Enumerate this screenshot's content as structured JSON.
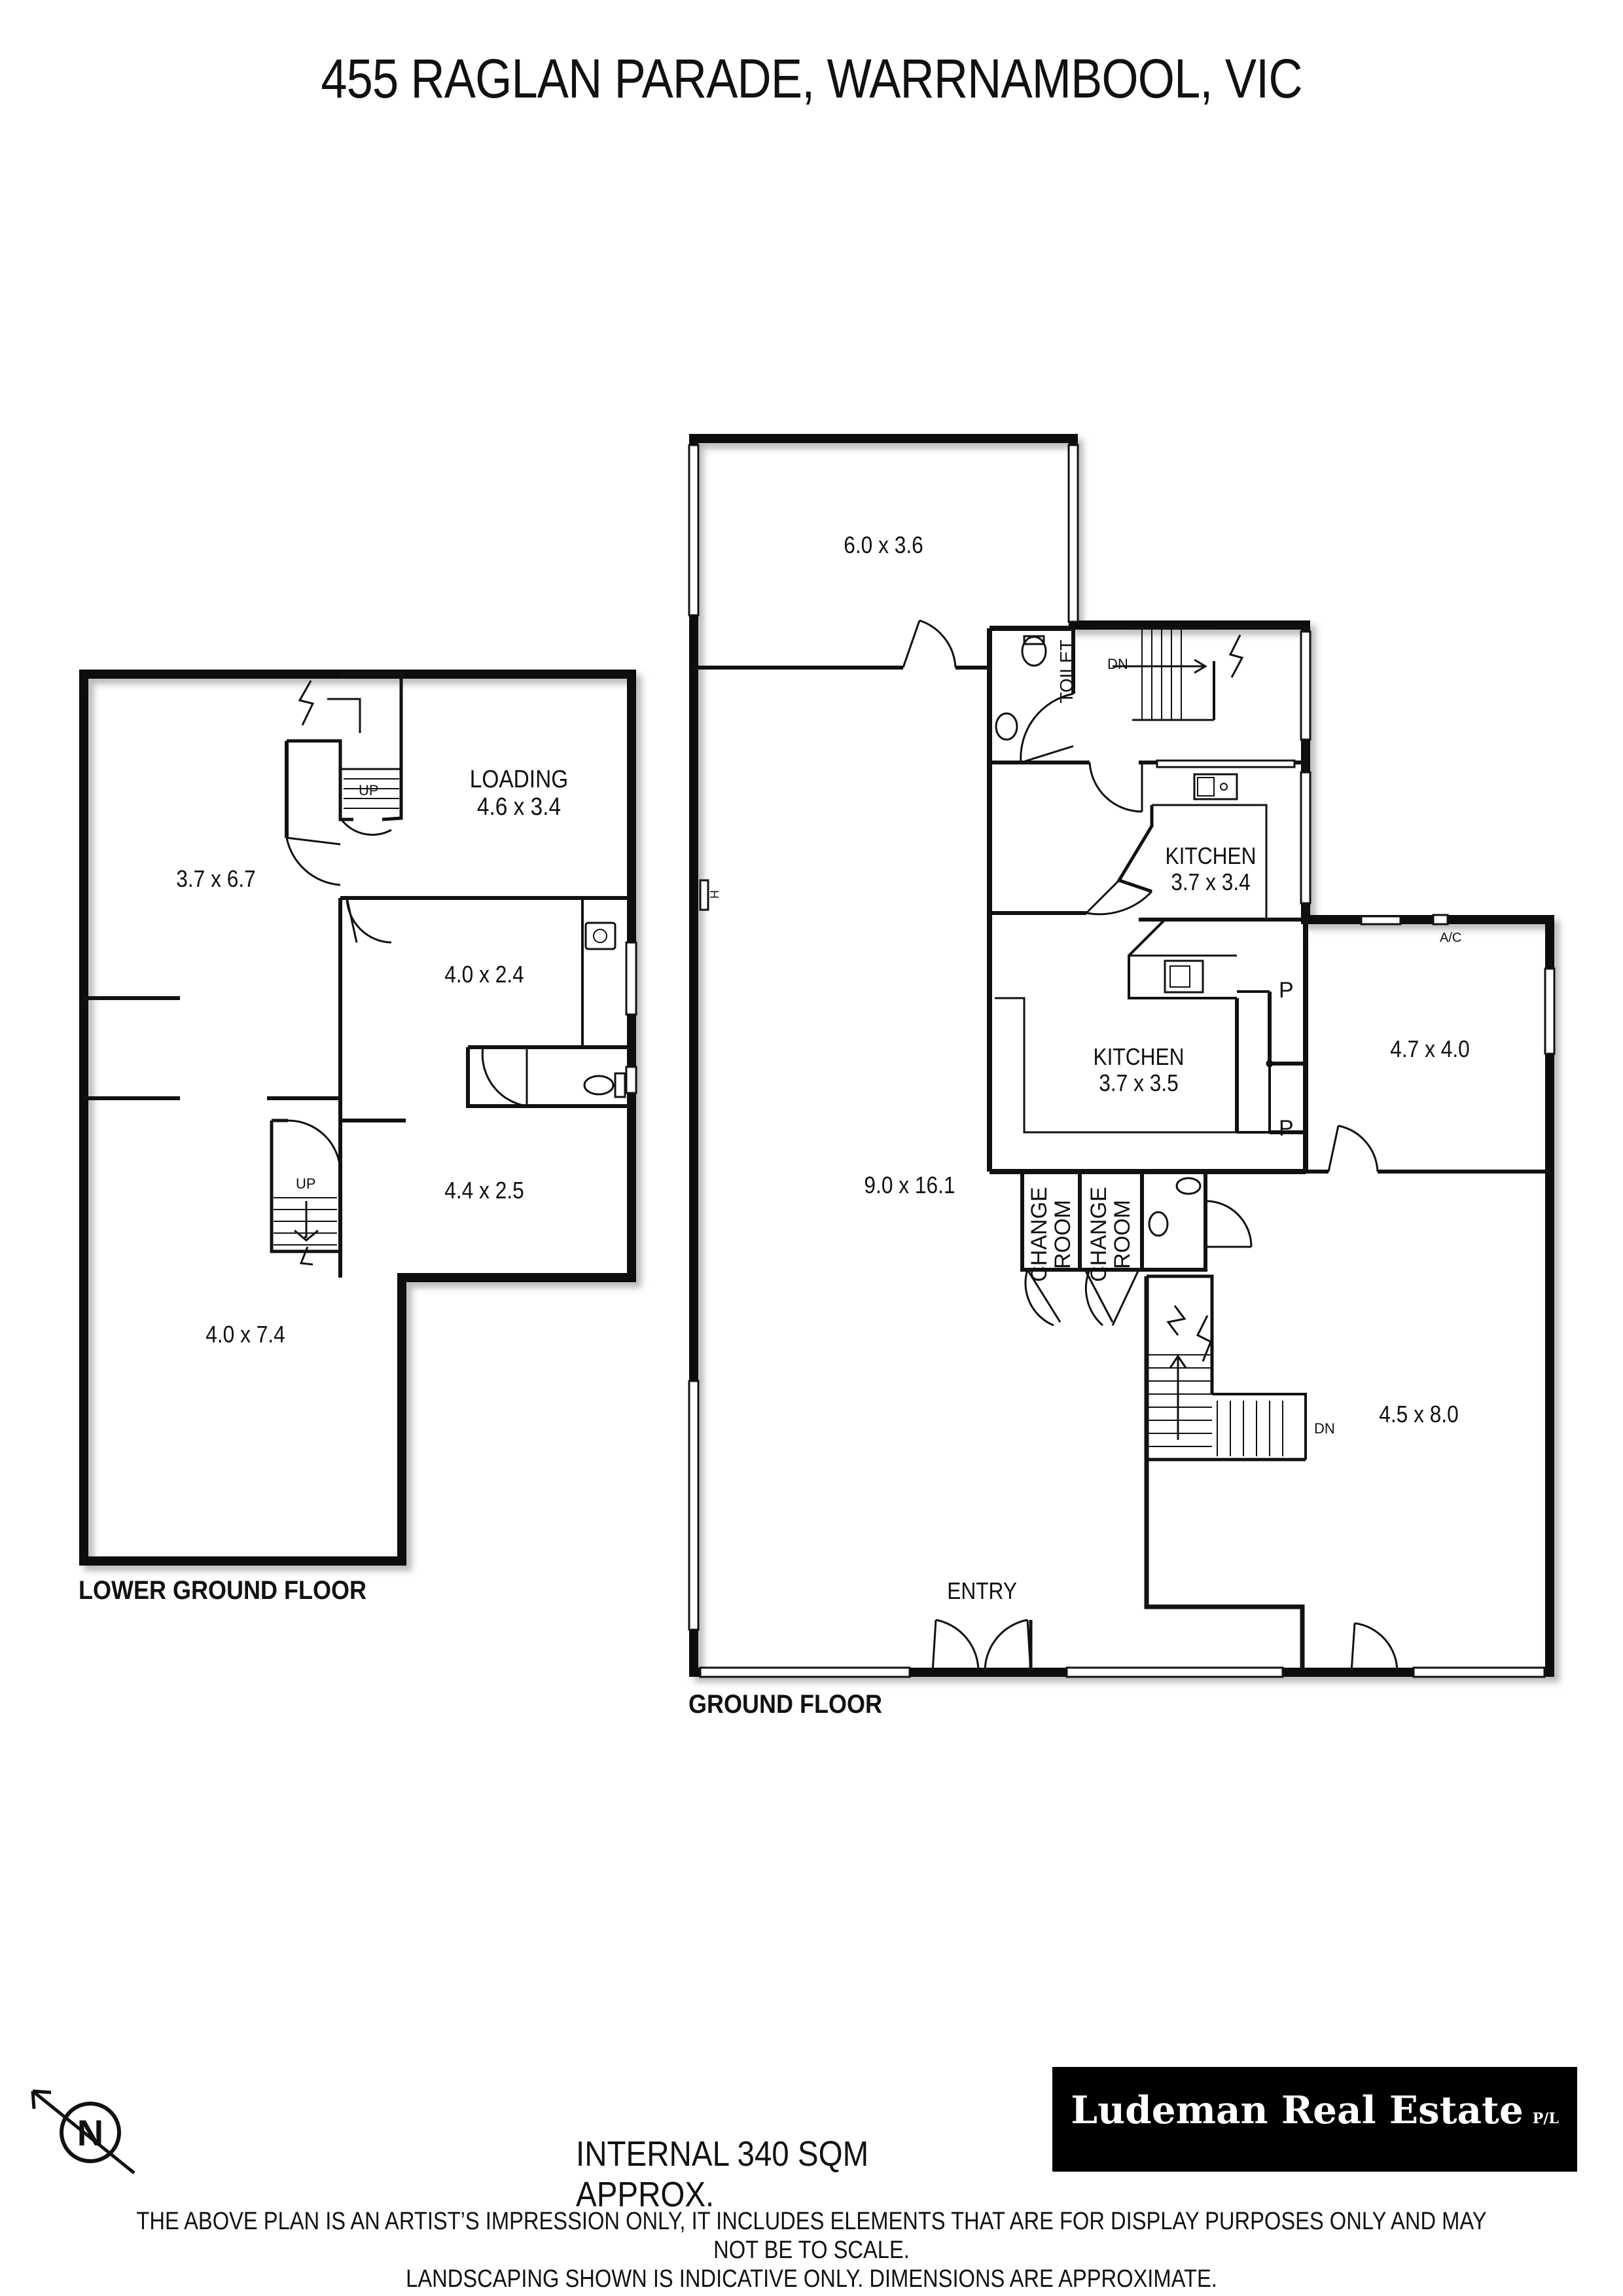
{
  "title": "455 RAGLAN PARADE, WARRNAMBOOL, VIC",
  "floors": [
    {
      "name": "LOWER GROUND FLOOR",
      "rooms": [
        {
          "label": "LOADING",
          "dims": "4.6 x 3.4"
        },
        {
          "label": "",
          "dims": "3.7 x 6.7"
        },
        {
          "label": "",
          "dims": "4.0 x 2.4"
        },
        {
          "label": "",
          "dims": "4.4 x 2.5"
        },
        {
          "label": "",
          "dims": "4.0 x 7.4"
        }
      ],
      "stair_labels": [
        "UP",
        "UP"
      ]
    },
    {
      "name": "GROUND FLOOR",
      "rooms": [
        {
          "label": "",
          "dims": "6.0 x 3.6"
        },
        {
          "label": "TOILET",
          "dims": ""
        },
        {
          "label": "KITCHEN",
          "dims": "3.7 x 3.4"
        },
        {
          "label": "KITCHEN",
          "dims": "3.7 x 3.5"
        },
        {
          "label": "",
          "dims": "9.0 x 16.1"
        },
        {
          "label": "",
          "dims": "4.7 x 4.0"
        },
        {
          "label": "",
          "dims": "4.5 x 8.0"
        },
        {
          "label": "CHANGE ROOM",
          "dims": ""
        },
        {
          "label": "CHANGE ROOM",
          "dims": ""
        },
        {
          "label": "ENTRY",
          "dims": ""
        }
      ],
      "markers": [
        "DN",
        "DN",
        "P",
        "P",
        "A/C",
        "H"
      ]
    }
  ],
  "compass": "N",
  "internal_area": "INTERNAL 340 SQM APPROX.",
  "agency": {
    "name": "Ludeman Real Estate",
    "suffix": "P/L",
    "accent": "#d71920"
  },
  "disclaimer": [
    "THE ABOVE PLAN IS AN ARTIST’S IMPRESSION ONLY, IT INCLUDES ELEMENTS THAT ARE FOR DISPLAY PURPOSES ONLY AND MAY NOT BE TO SCALE.",
    "LANDSCAPING SHOWN IS INDICATIVE ONLY. DIMENSIONS ARE APPROXIMATE."
  ],
  "colors": {
    "wall": "#111111",
    "shadow": "#c8c8c8",
    "window": "#ffffff"
  }
}
